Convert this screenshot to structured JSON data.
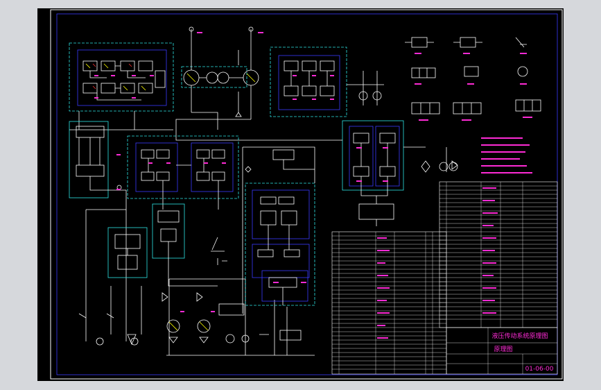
{
  "drawing": {
    "title_main": "液压传动系统原理图",
    "title_sub": "原理图",
    "drawing_number": "01-06-00"
  },
  "colors": {
    "background": "#000000",
    "viewport": "#d6d8dc",
    "frame": "#ffffff",
    "lines": "#ffffff",
    "cyan": "#2ee6e6",
    "magenta": "#ff2bd6",
    "yellow": "#ffff00",
    "blue": "#3a3aff",
    "red": "#ff3030"
  }
}
